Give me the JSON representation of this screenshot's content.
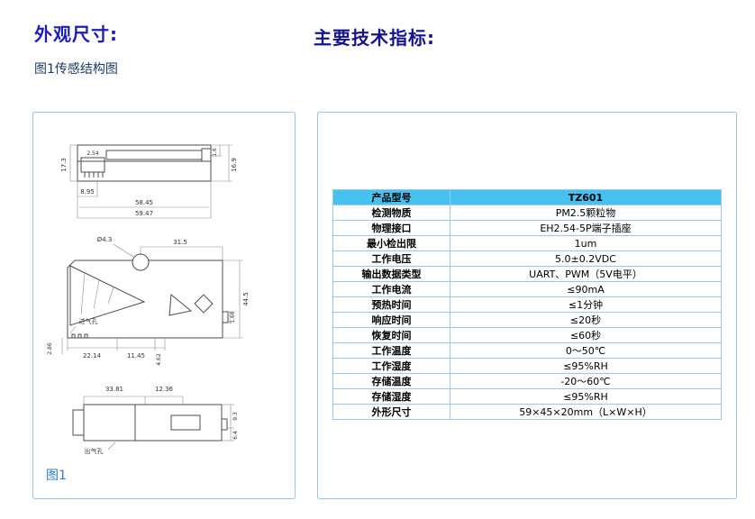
{
  "colors": {
    "heading_blue": "#1b1bc0",
    "right_heading_blue": "#14148c",
    "subtitle_navy": "#1c3a66",
    "panel_border": "#9cc3e5",
    "table_border": "#9fc6e8",
    "table_header_bg": "#45c2ef",
    "figure_label_blue": "#2f7ac9"
  },
  "page": {
    "left_heading": "外观尺寸:",
    "left_subtitle": "图1传感结构图",
    "right_heading": "主要技术指标:",
    "figure_label": "图1"
  },
  "drawing": {
    "top_view": {
      "d_height": "17.3",
      "d_pitch": "2.54",
      "d_connector": "8.95",
      "d_body": "58.45",
      "d_total": "59.47",
      "d_lip": "1.6",
      "d_side_height": "16.9"
    },
    "front_view": {
      "d_hole": "Ø4.3",
      "d_top": "31.5",
      "d_height": "44.5",
      "d_tab": "1.66",
      "d_left": "22.14",
      "d_mid": "11.45",
      "d_small": "4.62",
      "d_edge": "2.86",
      "inlet_label": "进气孔"
    },
    "bottom_view": {
      "d_left": "33.81",
      "d_mid": "12.36",
      "d_height": "9.3",
      "d_lip": "6.4",
      "outlet_label": "出气孔"
    }
  },
  "spec_table": {
    "header": {
      "label": "产品型号",
      "value": "TZ601"
    },
    "rows": [
      {
        "label": "检测物质",
        "value": "PM2.5颗粒物"
      },
      {
        "label": "物理接口",
        "value": "EH2.54-5P端子插座"
      },
      {
        "label": "最小检出限",
        "value": "1um"
      },
      {
        "label": "工作电压",
        "value": "5.0±0.2VDC"
      },
      {
        "label": "输出数据类型",
        "value": "UART、PWM（5V电平）"
      },
      {
        "label": "工作电流",
        "value": "≤90mA"
      },
      {
        "label": "预热时间",
        "value": "≤1分钟"
      },
      {
        "label": "响应时间",
        "value": "≤20秒"
      },
      {
        "label": "恢复时间",
        "value": "≤60秒"
      },
      {
        "label": "工作温度",
        "value": "0～50℃"
      },
      {
        "label": "工作湿度",
        "value": "≤95%RH"
      },
      {
        "label": "存储温度",
        "value": "-20～60℃"
      },
      {
        "label": "存储湿度",
        "value": "≤95%RH"
      },
      {
        "label": "外形尺寸",
        "value": "59×45×20mm（L×W×H）"
      }
    ]
  }
}
